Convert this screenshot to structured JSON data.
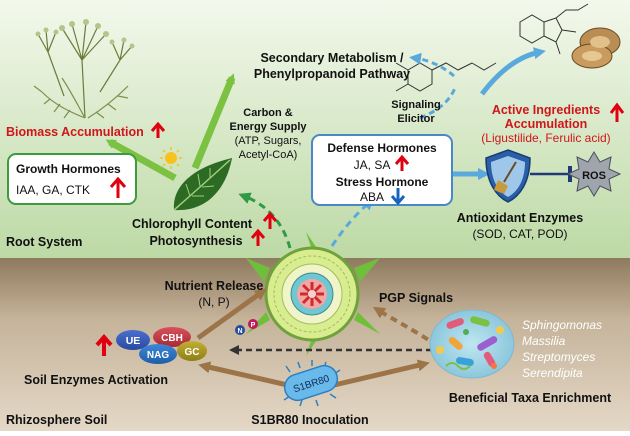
{
  "labels": {
    "secondary_metabolism_1": "Secondary Metabolism /",
    "secondary_metabolism_2": "Phenylpropanoid Pathway",
    "carbon_1": "Carbon &",
    "carbon_2": "Energy Supply",
    "carbon_3": "(ATP, Sugars,",
    "carbon_4": "Acetyl-CoA)",
    "signaling_1": "Signaling",
    "signaling_2": "Elicitor",
    "active_1": "Active Ingredients",
    "active_2": "Accumulation",
    "active_3": "(Ligustilide, Ferulic acid)",
    "biomass": "Biomass Accumulation",
    "growth_title": "Growth Hormones",
    "growth_items": "IAA, GA, CTK",
    "defense_title": "Defense Hormones",
    "defense_items": "JA, SA",
    "stress_title": "Stress Hormone",
    "stress_items": "ABA",
    "ros": "ROS",
    "antiox_1": "Antioxidant Enzymes",
    "antiox_2": "(SOD, CAT, POD)",
    "chloro_1": "Chlorophyll Content",
    "chloro_2": "Photosynthesis",
    "root_system": "Root System",
    "nutrient_1": "Nutrient Release",
    "nutrient_2": "(N, P)",
    "pgp": "PGP Signals",
    "soil_enzymes": "Soil Enzymes Activation",
    "beneficial": "Beneficial Taxa Enrichment",
    "rhizosphere": "Rhizosphere Soil",
    "inoculation": "S1BR80 Inoculation",
    "strain": "S1BR80",
    "enz_ue": "UE",
    "enz_cbh": "CBH",
    "enz_nag": "NAG",
    "enz_gc": "GC",
    "nut_n": "N",
    "nut_p": "P"
  },
  "taxa": [
    "Sphingomonas",
    "Massilia",
    "Streptomyces",
    "Serendipita"
  ],
  "colors": {
    "up_arrow": "#e0000f",
    "down_arrow": "#1565c0",
    "green_arrow": "#7cc242",
    "dashed_green": "#2e9a44",
    "blue_arrow": "#5aa9dc",
    "brown_arrow": "#9c7448",
    "highlight_red": "#d0161b"
  }
}
